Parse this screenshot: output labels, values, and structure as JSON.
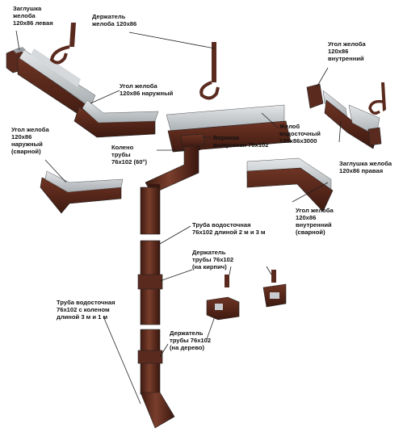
{
  "labels": {
    "cap_left": [
      "Заглушка",
      "желоба",
      "120x86 левая"
    ],
    "holder_gutter": [
      "Держатель",
      "желоба 120x86"
    ],
    "corner_ext": [
      "Угол желоба",
      "120x86 наружный"
    ],
    "corner_ext_weld": [
      "Угол желоба",
      "120x86",
      "наружный",
      "(сварной)"
    ],
    "elbow": [
      "Колено",
      "трубы",
      "76x102 (60°)"
    ],
    "funnel": [
      "Воронка",
      "выпускная 76x102"
    ],
    "gutter": [
      "Желоб",
      "водосточный",
      "120x86x3000"
    ],
    "corner_int": [
      "Угол желоба",
      "120x86",
      "внутренний"
    ],
    "cap_right": [
      "Заглушка желоба",
      "120x86 правая"
    ],
    "corner_int_weld": [
      "Угол желоба",
      "120x86",
      "внутренний",
      "(сварной)"
    ],
    "pipe": [
      "Труба водосточная",
      "76x102 длиной 2 м и 3 м"
    ],
    "holder_brick": [
      "Держатель",
      "трубы 76x102",
      "(на кирпич)"
    ],
    "pipe_elbow": [
      "Труба водосточная",
      "76x102 с коленом",
      "длиной 3 м и 1 м"
    ],
    "holder_wood": [
      "Держатель",
      "трубы 76x102",
      "(на дерево)"
    ]
  },
  "colors": {
    "brown": "#5a2a1e",
    "brown_dark": "#3a1810",
    "brown_light": "#7a3a2a",
    "grey": "#c8ccce",
    "grey_dark": "#9aa0a4",
    "line": "#222222"
  }
}
